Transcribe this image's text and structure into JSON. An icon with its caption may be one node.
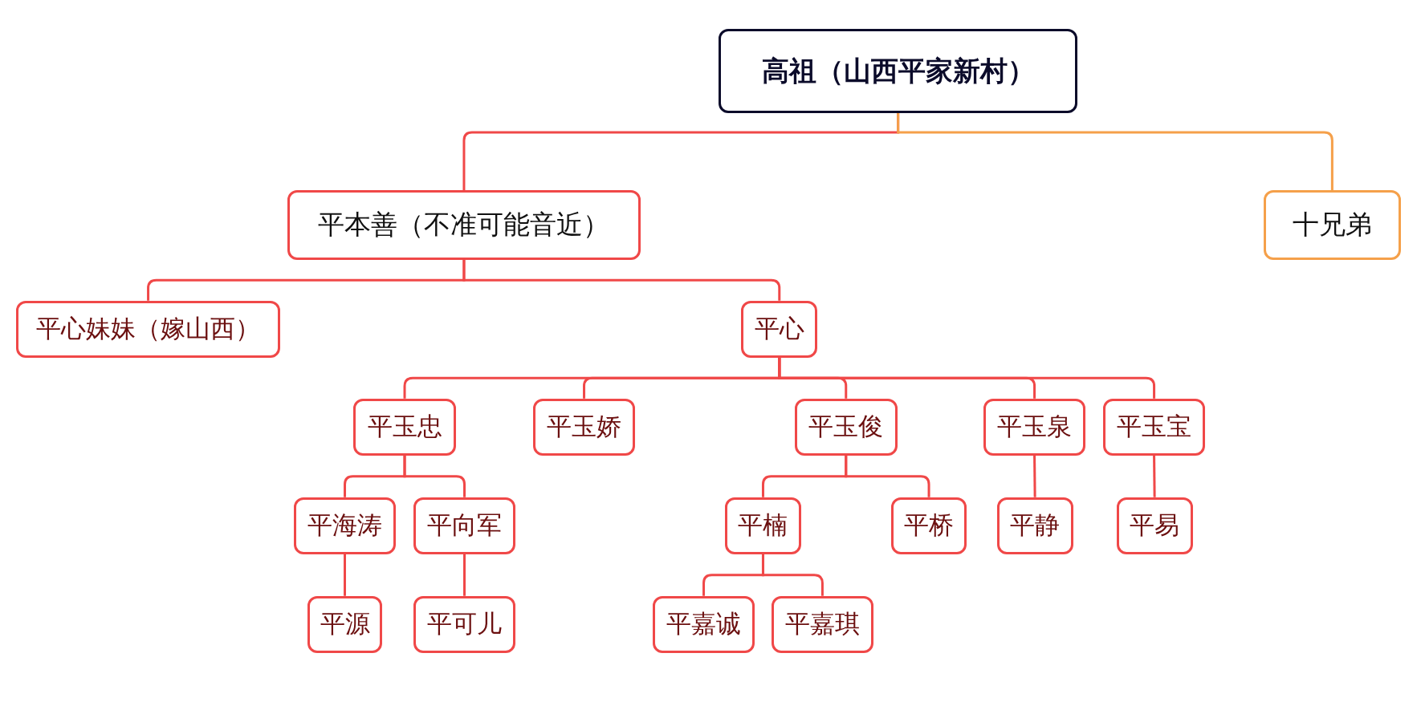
{
  "diagram": {
    "nodes": [
      {
        "text": [
          "高祖（山西平家新村）"
        ]
      },
      {
        "text": [
          "平本善（不准可能音近）"
        ]
      },
      {
        "text": [
          "十兄弟"
        ]
      },
      {
        "text": [
          "平心妹妹（嫁山西）"
        ]
      },
      {
        "text": [
          "平心"
        ]
      },
      {
        "text": [
          "平玉忠"
        ]
      },
      {
        "text": [
          "平玉娇"
        ]
      },
      {
        "text": [
          "平玉俊"
        ]
      },
      {
        "text": [
          "平玉泉"
        ]
      },
      {
        "text": [
          "平玉宝"
        ]
      },
      {
        "text": [
          "平海涛"
        ]
      },
      {
        "text": [
          "平向军"
        ]
      },
      {
        "text": [
          "平楠"
        ]
      },
      {
        "text": [
          "平桥"
        ]
      },
      {
        "text": [
          "平静"
        ]
      },
      {
        "text": [
          "平易"
        ]
      },
      {
        "text": [
          "平源"
        ]
      },
      {
        "text": [
          "平可儿"
        ]
      },
      {
        "text": [
          "平嘉诚"
        ]
      },
      {
        "text": [
          "平嘉琪"
        ]
      }
    ],
    "edges": [
      {
        "from": 0,
        "to": 1,
        "arrow": "none"
      },
      {
        "from": 0,
        "to": 2,
        "arrow": "none",
        "color": "#f5a04a"
      },
      {
        "from": 1,
        "to": 3,
        "arrow": "none"
      },
      {
        "from": 1,
        "to": 4,
        "arrow": "none"
      },
      {
        "from": 4,
        "to": 5,
        "arrow": "none"
      },
      {
        "from": 4,
        "to": 6,
        "arrow": "none"
      },
      {
        "from": 4,
        "to": 7,
        "arrow": "none"
      },
      {
        "from": 4,
        "to": 8,
        "arrow": "none"
      },
      {
        "from": 4,
        "to": 9,
        "arrow": "none"
      },
      {
        "from": 5,
        "to": 10,
        "arrow": "none"
      },
      {
        "from": 5,
        "to": 11,
        "arrow": "none"
      },
      {
        "from": 7,
        "to": 12,
        "arrow": "none"
      },
      {
        "from": 7,
        "to": 13,
        "arrow": "none"
      },
      {
        "from": 8,
        "to": 14,
        "arrow": "none"
      },
      {
        "from": 9,
        "to": 15,
        "arrow": "none"
      },
      {
        "from": 10,
        "to": 16,
        "arrow": "none"
      },
      {
        "from": 11,
        "to": 17,
        "arrow": "none"
      },
      {
        "from": 12,
        "to": 18,
        "arrow": "none"
      },
      {
        "from": 12,
        "to": 19,
        "arrow": "none"
      }
    ]
  }
}
